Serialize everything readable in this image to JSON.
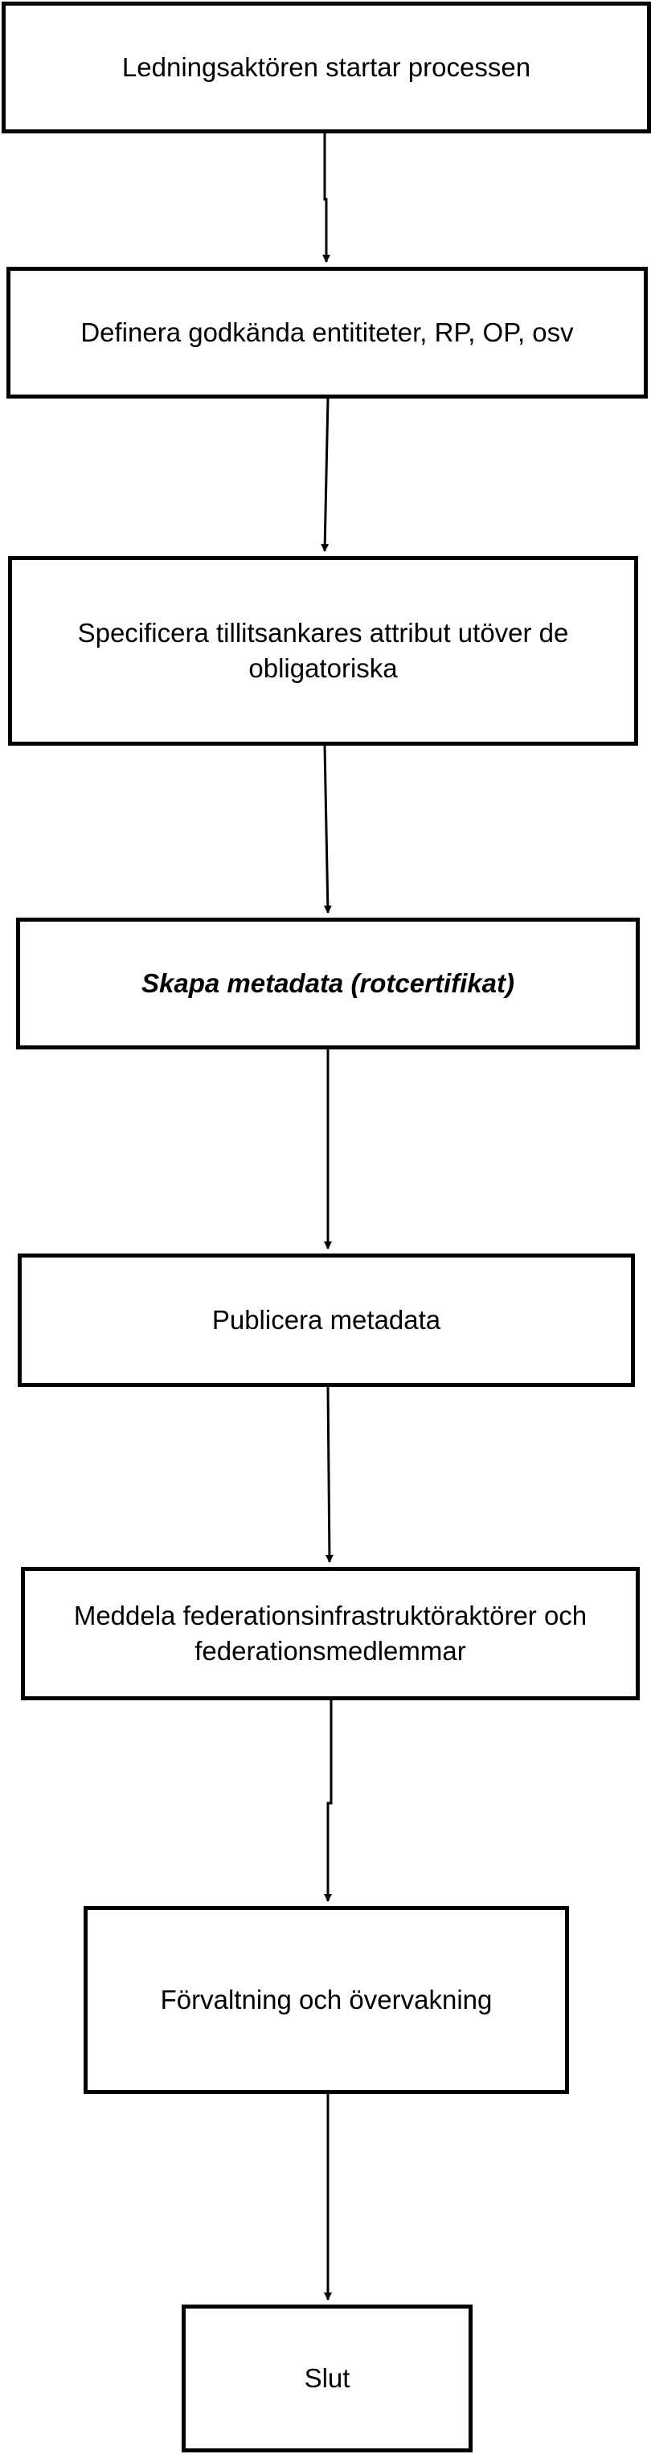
{
  "flowchart": {
    "steps": [
      {
        "id": "s1",
        "label": "Ledningsaktören startar processen"
      },
      {
        "id": "s2",
        "label": "Definera godkända entititeter, RP, OP, osv"
      },
      {
        "id": "s3",
        "label": "Specificera tillitsankares attribut utöver de obligatoriska"
      },
      {
        "id": "s4",
        "label": "Skapa metadata (rotcertifikat)",
        "emphasis": "bold-italic"
      },
      {
        "id": "s5",
        "label": "Publicera metadata"
      },
      {
        "id": "s6",
        "label": "Meddela federationsinfrastruktöraktörer och federationsmedlemmar"
      },
      {
        "id": "s7",
        "label": "Förvaltning och övervakning"
      },
      {
        "id": "s8",
        "label": "Slut"
      }
    ],
    "colors": {
      "stroke": "#000000",
      "fill": "#ffffff"
    }
  }
}
